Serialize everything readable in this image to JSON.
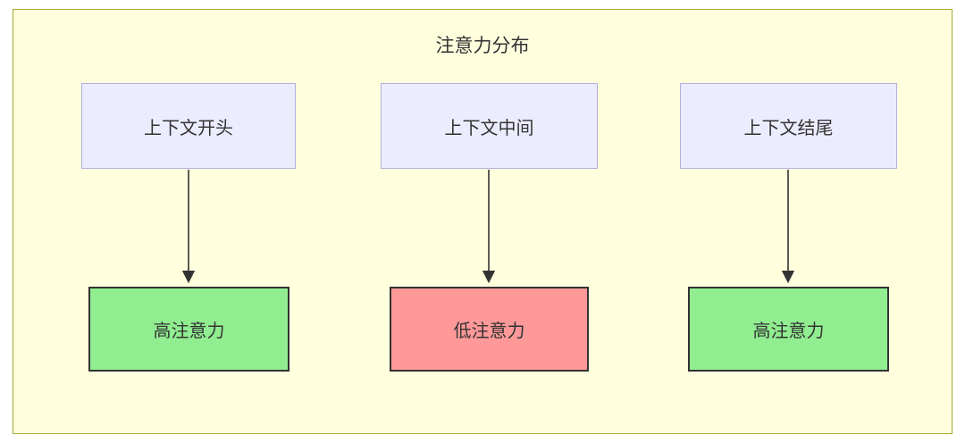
{
  "diagram": {
    "title": "注意力分布",
    "top_nodes": [
      {
        "label": "上下文开头"
      },
      {
        "label": "上下文中间"
      },
      {
        "label": "上下文结尾"
      }
    ],
    "bottom_nodes": [
      {
        "label": "高注意力",
        "level": "high"
      },
      {
        "label": "低注意力",
        "level": "low"
      },
      {
        "label": "高注意力",
        "level": "high"
      }
    ],
    "colors": {
      "background": "#ffffde",
      "border": "#aaaa33",
      "top_fill": "#ececff",
      "top_border": "#b0b0e0",
      "high_fill": "#90ee90",
      "low_fill": "#ff9999",
      "node_border": "#333333"
    }
  }
}
